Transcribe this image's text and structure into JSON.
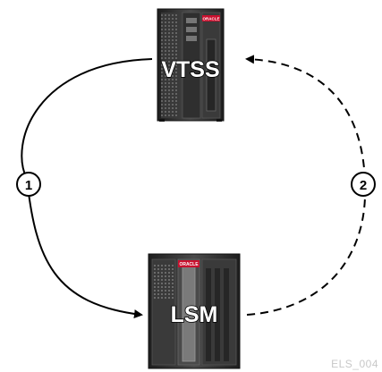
{
  "nodes": {
    "vtss": {
      "label": "VTSS",
      "badge_text": "ORACLE"
    },
    "lsm": {
      "label": "LSM",
      "badge_text": "ORACLE"
    }
  },
  "steps": [
    {
      "label": "1",
      "line_style": "solid"
    },
    {
      "label": "2",
      "line_style": "dashed"
    }
  ],
  "figure_id": "ELS_004",
  "colors": {
    "cabinet_dark": "#2b2b2b",
    "cabinet_mid": "#5a5a5a",
    "cabinet_light": "#8a8a8a",
    "brand_red": "#c8102e",
    "line": "#000000",
    "figure_id": "#c8c8c8"
  }
}
